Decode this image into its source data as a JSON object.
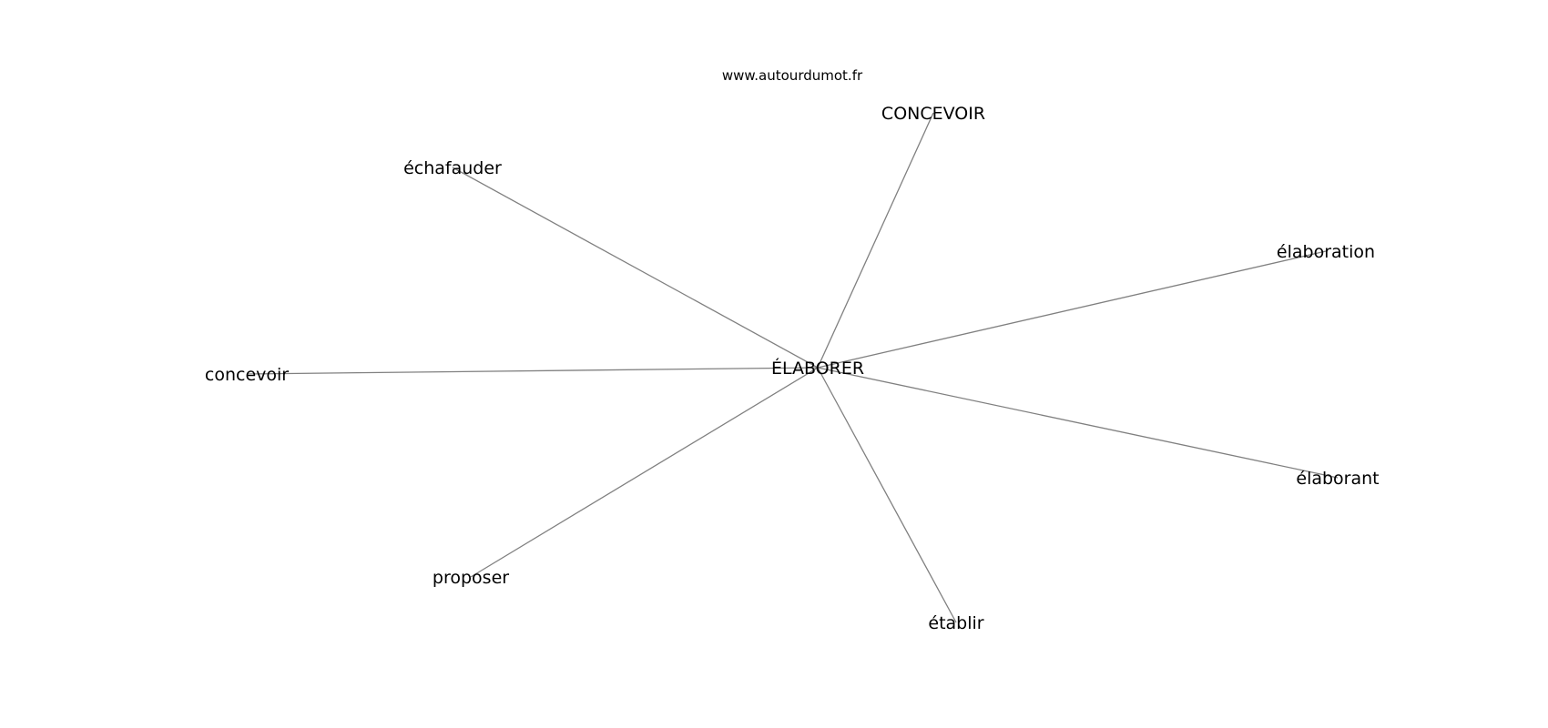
{
  "header": {
    "source": "www.autourdumot.fr"
  },
  "graph": {
    "center": "ÉLABORER",
    "nodes": [
      "CONCEVOIR",
      "échafauder",
      "élaboration",
      "concevoir",
      "élaborant",
      "proposer",
      "établir"
    ],
    "edges": [
      [
        "ÉLABORER",
        "CONCEVOIR"
      ],
      [
        "ÉLABORER",
        "échafauder"
      ],
      [
        "ÉLABORER",
        "élaboration"
      ],
      [
        "ÉLABORER",
        "concevoir"
      ],
      [
        "ÉLABORER",
        "élaborant"
      ],
      [
        "ÉLABORER",
        "proposer"
      ],
      [
        "ÉLABORER",
        "établir"
      ]
    ]
  }
}
